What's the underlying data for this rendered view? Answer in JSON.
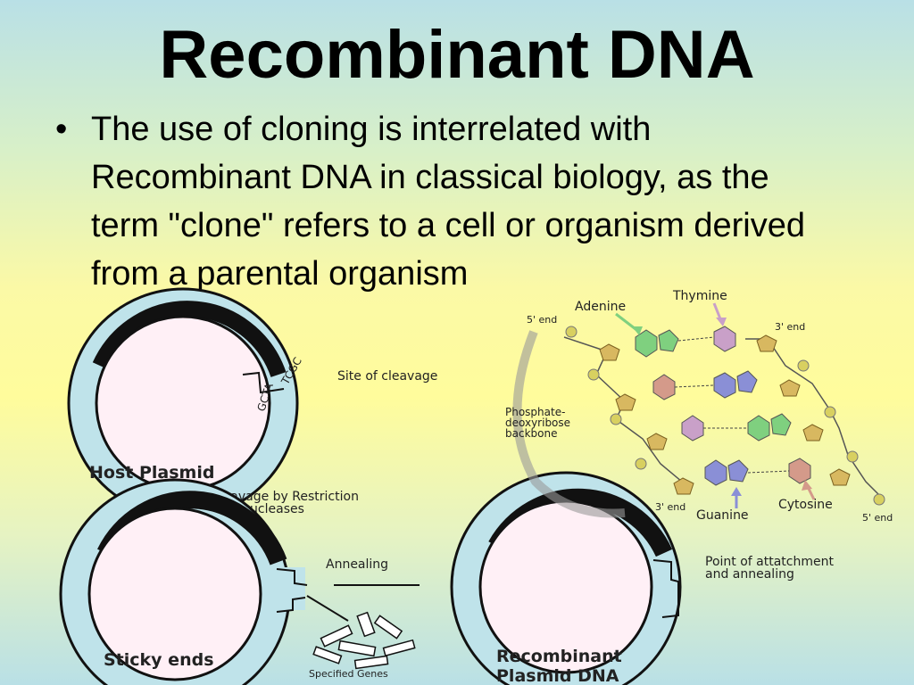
{
  "slide": {
    "title": "Recombinant DNA",
    "bullet": "The use of cloning is interrelated with Recombinant DNA in classical biology, as the term \"clone\" refers to a cell or organism derived from a parental organism"
  },
  "diagram": {
    "host_plasmid": "Host Plasmid",
    "site_of_cleavage": "Site of cleavage",
    "cleavage_line1": "Cleavage by Restriction",
    "cleavage_line2": "Endonucleases",
    "annealing": "Annealing",
    "sticky_ends": "Sticky ends",
    "specified_genes": "Specified Genes",
    "recombinant_line1": "Recombinant",
    "recombinant_line2": "Plasmid DNA",
    "attachment_line1": "Point of attatchment",
    "attachment_line2": "and annealing",
    "site_letters_1": "GCTA",
    "site_letters_2": "TCGC"
  },
  "dna_structure": {
    "adenine": "Adenine",
    "thymine": "Thymine",
    "guanine": "Guanine",
    "cytosine": "Cytosine",
    "five_end_top": "5' end",
    "three_end_top": "3' end",
    "three_end_bottom": "3' end",
    "five_end_bottom": "5' end",
    "backbone_line1": "Phosphate-",
    "backbone_line2": "deoxyribose",
    "backbone_line3": "backbone"
  },
  "colors": {
    "adenine": "#7fd07f",
    "thymine": "#c9a0c8",
    "guanine": "#8a8fd6",
    "cytosine": "#d49a8a",
    "sugar": "#d8b860",
    "phosphate": "#d8d060",
    "plasmid_band": "#bfe3ea",
    "plasmid_fill": "#fff0f6"
  }
}
